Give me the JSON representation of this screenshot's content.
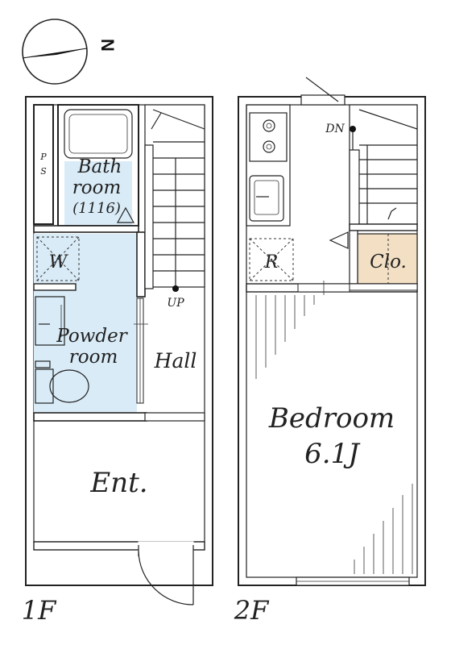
{
  "compass": {
    "label": "N"
  },
  "floor1": {
    "label": "1F",
    "rooms": {
      "ps_top": "P",
      "ps_bottom": "S",
      "bath_line1": "Bath",
      "bath_line2": "room",
      "bath_line3": "(1116)",
      "washer": "W",
      "powder_line1": "Powder",
      "powder_line2": "room",
      "hall": "Hall",
      "entrance": "Ent.",
      "stair_up": "UP"
    }
  },
  "floor2": {
    "label": "2F",
    "rooms": {
      "stair_down": "DN",
      "refrigerator": "R",
      "closet": "Clo.",
      "bedroom_line1": "Bedroom",
      "bedroom_line2": "6.1J"
    }
  },
  "colors": {
    "wet_area": "#d9ebf7",
    "closet": "#f2dfc4",
    "wall": "#222222",
    "background": "#ffffff"
  }
}
